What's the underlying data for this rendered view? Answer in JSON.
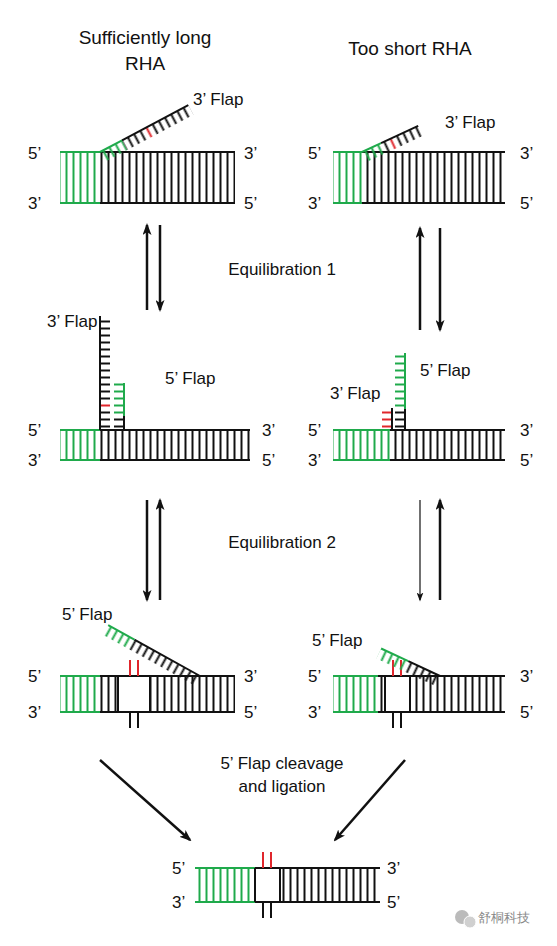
{
  "diagram": {
    "nodes": [
      {
        "text": [
          "3’ Flap",
          "5’",
          "3’",
          "3’",
          "5’"
        ]
      },
      {
        "text": [
          "3’ Flap",
          "5’",
          "3’",
          "3’",
          "5’"
        ]
      },
      {
        "text": [
          "3’ Flap",
          "5’ Flap",
          "5’",
          "3’",
          "3’",
          "5’"
        ]
      },
      {
        "text": [
          "5’ Flap",
          "3’ Flap",
          "5’",
          "3’",
          "3’",
          "5’"
        ]
      },
      {
        "text": [
          "5’ Flap",
          "5’",
          "3’",
          "3’",
          "5’"
        ]
      },
      {
        "text": [
          "5’ Flap",
          "5’",
          "3’",
          "3’",
          "5’"
        ]
      },
      {
        "text": [
          "5’",
          "3’",
          "3’",
          "5’"
        ]
      }
    ],
    "edges": [
      {
        "from": 0,
        "to": 2,
        "arrow": "to"
      },
      {
        "from": 2,
        "to": 0,
        "arrow": "to"
      },
      {
        "from": 1,
        "to": 3,
        "arrow": "to"
      },
      {
        "from": 3,
        "to": 1,
        "arrow": "to"
      },
      {
        "from": 2,
        "to": 4,
        "arrow": "to"
      },
      {
        "from": 4,
        "to": 2,
        "arrow": "to"
      },
      {
        "from": 3,
        "to": 5,
        "arrow": "to"
      },
      {
        "from": 5,
        "to": 3,
        "arrow": "to"
      },
      {
        "from": 4,
        "to": 6,
        "arrow": "to"
      },
      {
        "from": 5,
        "to": 6,
        "arrow": "to"
      }
    ],
    "labels": [
      "Sufficiently long RHA",
      "Too short RHA",
      "Equilibration 1",
      "Equilibration 2",
      "5’ Flap cleavage and ligation",
      "舒桐科技"
    ]
  }
}
